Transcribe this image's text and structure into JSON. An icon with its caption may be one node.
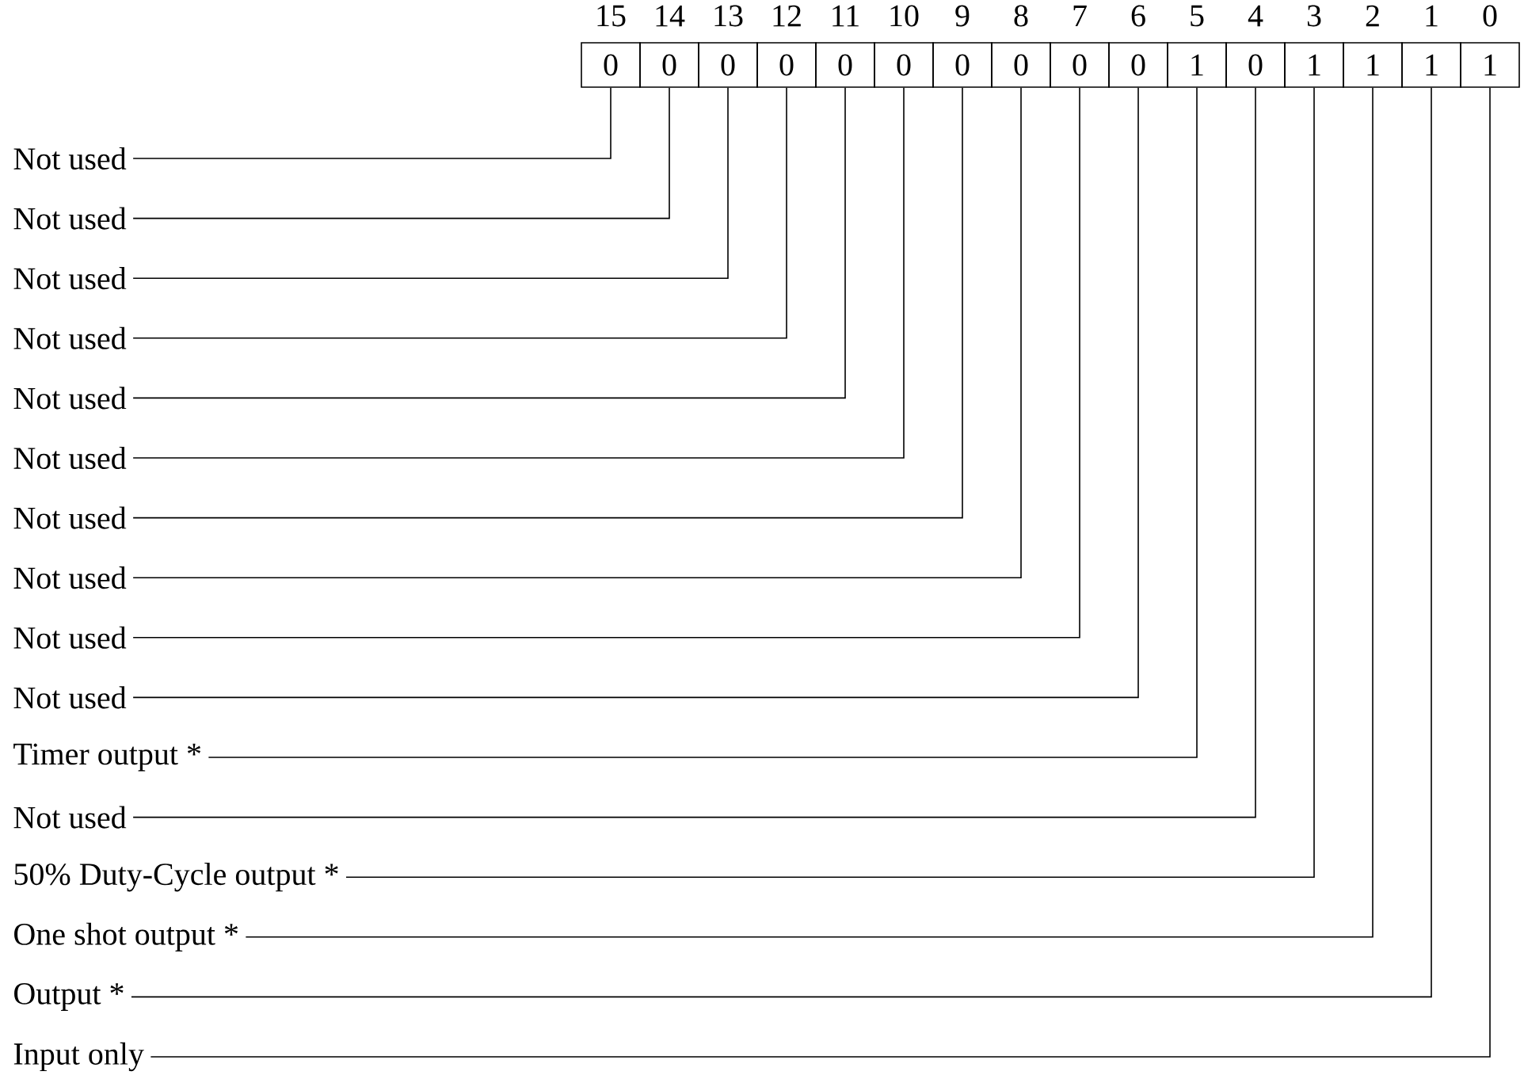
{
  "diagram": {
    "nodes": [
      {
        "text": [
          "0"
        ]
      },
      {
        "text": [
          "0"
        ]
      },
      {
        "text": [
          "0"
        ]
      },
      {
        "text": [
          "0"
        ]
      },
      {
        "text": [
          "0"
        ]
      },
      {
        "text": [
          "0"
        ]
      },
      {
        "text": [
          "0"
        ]
      },
      {
        "text": [
          "0"
        ]
      },
      {
        "text": [
          "0"
        ]
      },
      {
        "text": [
          "0"
        ]
      },
      {
        "text": [
          "1"
        ]
      },
      {
        "text": [
          "0"
        ]
      },
      {
        "text": [
          "1"
        ]
      },
      {
        "text": [
          "1"
        ]
      },
      {
        "text": [
          "1"
        ]
      },
      {
        "text": [
          "1"
        ]
      },
      {
        "text": [
          "Not used"
        ]
      },
      {
        "text": [
          "Not used"
        ]
      },
      {
        "text": [
          "Not used"
        ]
      },
      {
        "text": [
          "Not used"
        ]
      },
      {
        "text": [
          "Not used"
        ]
      },
      {
        "text": [
          "Not used"
        ]
      },
      {
        "text": [
          "Not used"
        ]
      },
      {
        "text": [
          "Not used"
        ]
      },
      {
        "text": [
          "Not used"
        ]
      },
      {
        "text": [
          "Not used"
        ]
      },
      {
        "text": [
          "Timer output *"
        ]
      },
      {
        "text": [
          "Not used"
        ]
      },
      {
        "text": [
          "50% Duty-Cycle output *"
        ]
      },
      {
        "text": [
          "One shot output *"
        ]
      },
      {
        "text": [
          "Output *"
        ]
      },
      {
        "text": [
          "Input only"
        ]
      }
    ],
    "edges": [
      {
        "from": 16,
        "to": 0,
        "arrow": "none"
      },
      {
        "from": 17,
        "to": 1,
        "arrow": "none"
      },
      {
        "from": 18,
        "to": 2,
        "arrow": "none"
      },
      {
        "from": 19,
        "to": 3,
        "arrow": "none"
      },
      {
        "from": 20,
        "to": 4,
        "arrow": "none"
      },
      {
        "from": 21,
        "to": 5,
        "arrow": "none"
      },
      {
        "from": 22,
        "to": 6,
        "arrow": "none"
      },
      {
        "from": 23,
        "to": 7,
        "arrow": "none"
      },
      {
        "from": 24,
        "to": 8,
        "arrow": "none"
      },
      {
        "from": 25,
        "to": 9,
        "arrow": "none"
      },
      {
        "from": 26,
        "to": 10,
        "arrow": "none"
      },
      {
        "from": 27,
        "to": 11,
        "arrow": "none"
      },
      {
        "from": 28,
        "to": 12,
        "arrow": "none"
      },
      {
        "from": 29,
        "to": 13,
        "arrow": "none"
      },
      {
        "from": 30,
        "to": 14,
        "arrow": "none"
      },
      {
        "from": 31,
        "to": 15,
        "arrow": "none"
      }
    ],
    "labels": [
      "15",
      "14",
      "13",
      "12",
      "11",
      "10",
      "9",
      "8",
      "7",
      "6",
      "5",
      "4",
      "3",
      "2",
      "1",
      "0"
    ]
  }
}
